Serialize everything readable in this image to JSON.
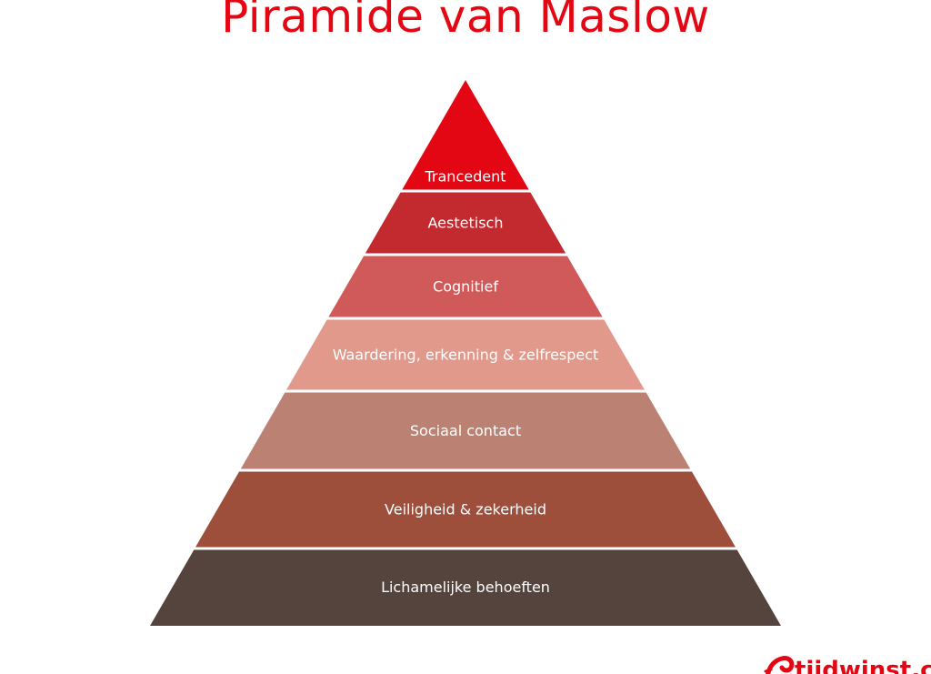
{
  "title": "Piramide van Maslow",
  "levels": [
    {
      "label": "Trancedent",
      "color": "#e30613"
    },
    {
      "label": "Aestetisch",
      "color": "#c32a2f"
    },
    {
      "label": "Cognitief",
      "color": "#d05a59"
    },
    {
      "label": "Waardering, erkenning & zelfrespect",
      "color": "#e0998b"
    },
    {
      "label": "Sociaal contact",
      "color": "#bb8274"
    },
    {
      "label": "Veiligheid & zekerheid",
      "color": "#9d4f3c"
    },
    {
      "label": "Lichamelijke behoeften",
      "color": "#55433d"
    }
  ],
  "logo": {
    "text": "tijdwinst.com",
    "color": "#e30613",
    "icon": "tijdwinst-logo-icon"
  }
}
